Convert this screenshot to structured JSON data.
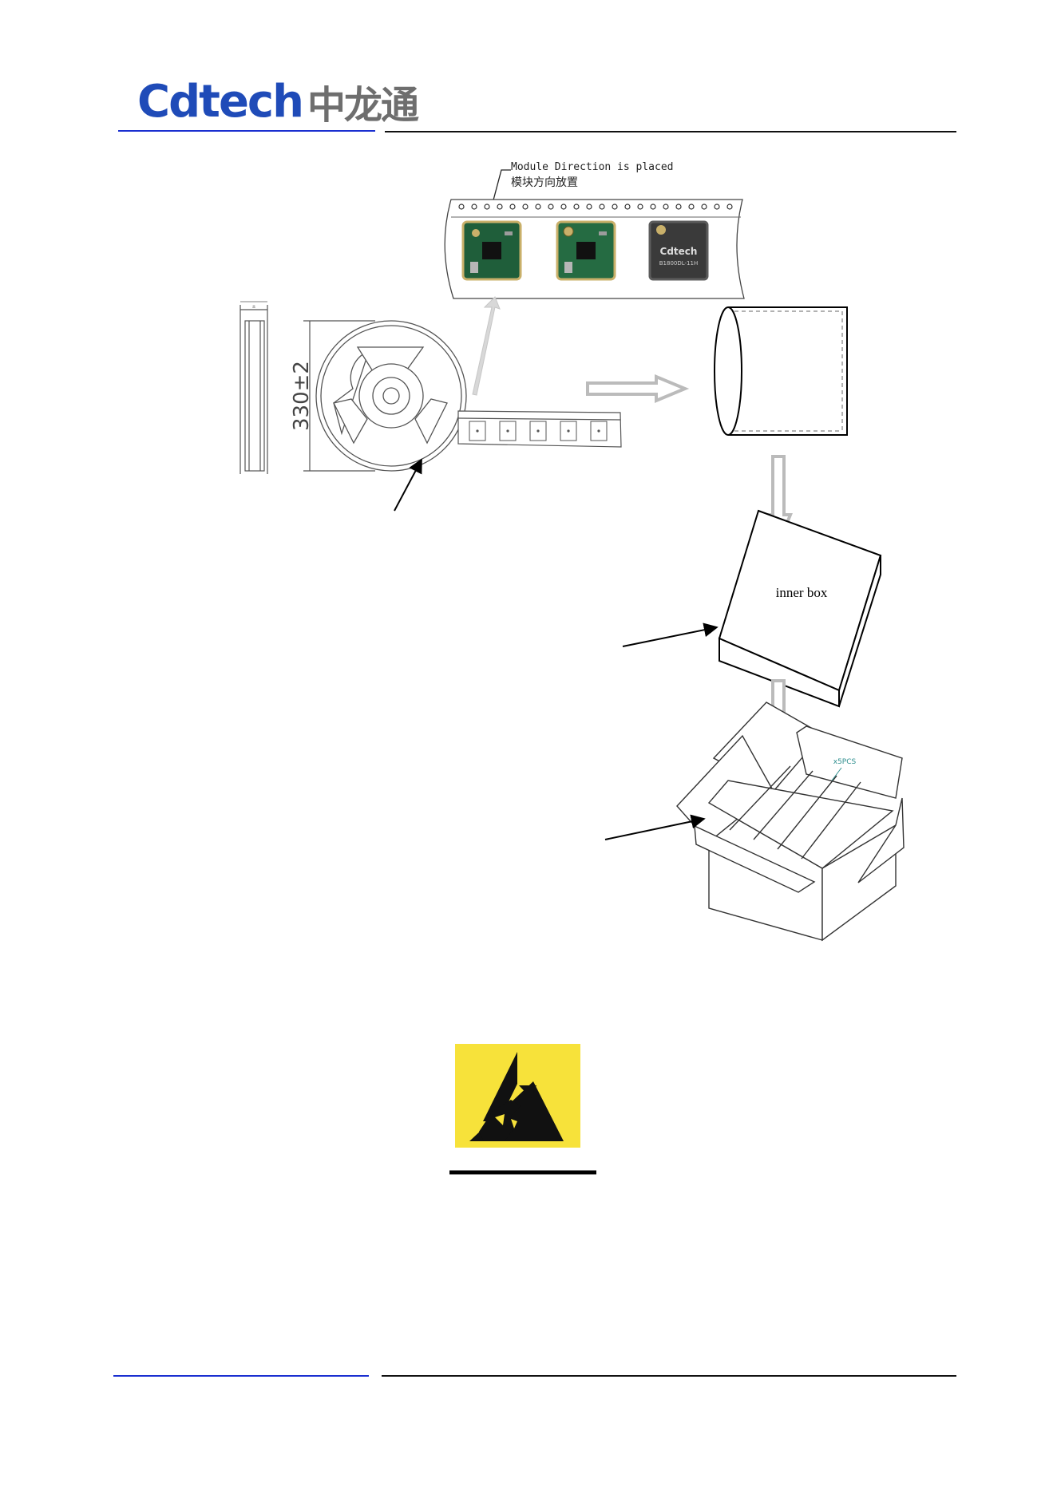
{
  "header": {
    "logo_text_en": "Cdtech",
    "logo_text_cn": "中龙通",
    "logo_color_en": "#1f4bb8",
    "logo_color_cn": "#6e6e6e",
    "rule_color_left": "#1a2fd0",
    "rule_color_right": "#111111"
  },
  "diagram": {
    "tape_label_en": "Module Direction is placed",
    "tape_label_cn": "模块方向放置",
    "module_brand": "Cdtech",
    "module_model": "B1800DL-11H",
    "reel_dimension": "330±2",
    "reel_width_label": "±",
    "inner_box_label": "inner box",
    "carton_label": "x5PCS"
  },
  "esd_icon": {
    "name": "esd-warning-icon",
    "background_color": "#f7e23a"
  }
}
